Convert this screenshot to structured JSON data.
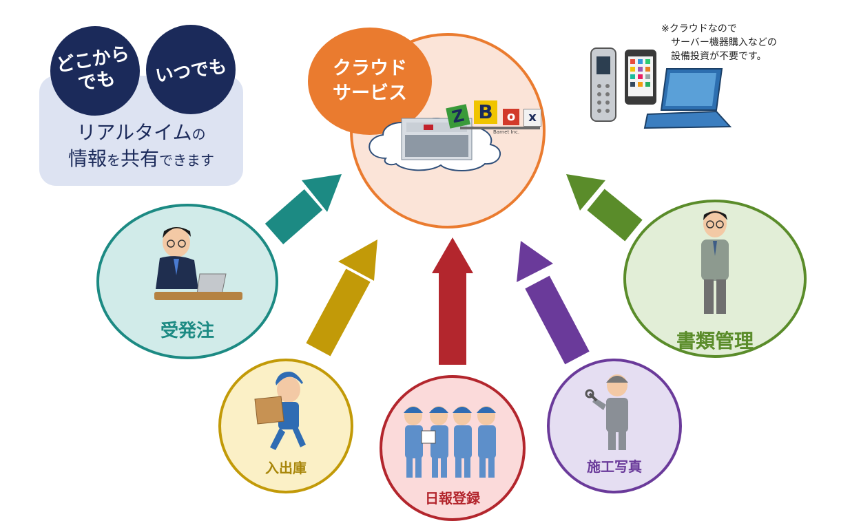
{
  "info_box": {
    "badge_left": "どこから\nでも",
    "badge_right": "いつでも",
    "line1_main": "リアルタイム",
    "line1_small": "の",
    "line2_a": "情報",
    "line2_b": "を",
    "line2_c": "共有",
    "line2_d": "できます"
  },
  "cloud": {
    "badge": "クラウド\nサービス",
    "logo_letters": [
      "Z",
      "B",
      "o",
      "x"
    ],
    "logo_sub": "Barnet Inc."
  },
  "note": {
    "line1": "※クラウドなので",
    "line2": "サーバー機器購入などの",
    "line3": "設備投資が不要です。"
  },
  "nodes": {
    "order": "受発注",
    "inventory": "入出庫",
    "daily_report": "日報登録",
    "construction_photo": "施工写真",
    "documents": "書類管理"
  },
  "colors": {
    "navy": "#1b2a5a",
    "orange": "#ea7b2f",
    "teal": "#1c8a83",
    "gold": "#c29a08",
    "red": "#b3262d",
    "purple": "#6a3a9a",
    "green": "#5a8c2a"
  }
}
